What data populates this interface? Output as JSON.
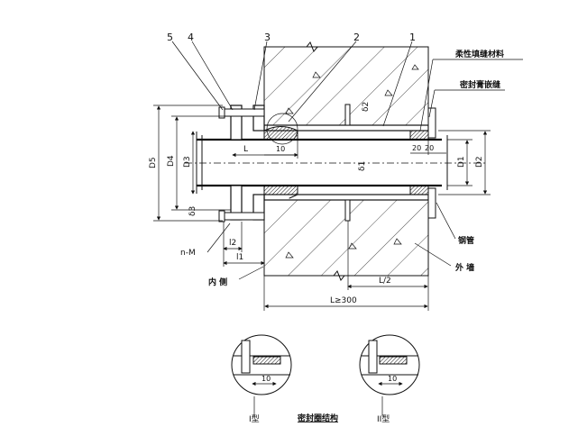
{
  "callouts": {
    "c1": "1",
    "c2": "2",
    "c3": "3",
    "c4": "4",
    "c5": "5"
  },
  "labels": {
    "flexible_fill": "柔性填缝材料",
    "sealant": "密封膏嵌缝",
    "steel_pipe": "钢管",
    "outer_wall": "外 墙",
    "inner_side": "内 侧",
    "n_m": "n-M",
    "seal_structure": "密封圈结构",
    "type_1": "I型",
    "type_2": "II型"
  },
  "dimensions": {
    "D5": "D5",
    "D4": "D4",
    "D3": "D3",
    "D1": "D1",
    "D2": "D2",
    "L": "L",
    "L10": "10",
    "l1": "l1",
    "l2": "l2",
    "L_half": "L/2",
    "L_total": "L≥300",
    "delta1": "δ1",
    "delta2": "δ2",
    "delta3": "δ3",
    "gap20a": "20",
    "gap20b": "20",
    "detail1_10": "10",
    "detail2_10": "10"
  }
}
